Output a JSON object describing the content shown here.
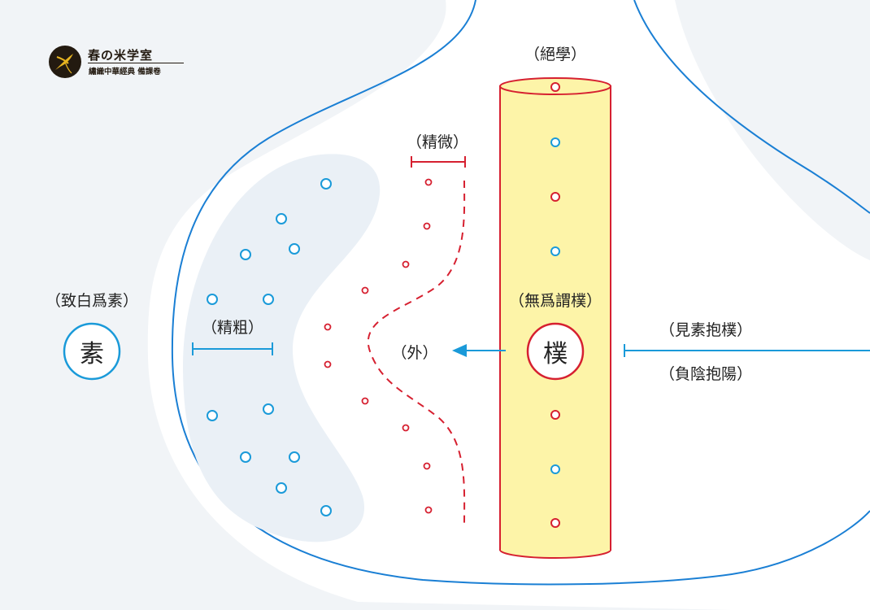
{
  "logo": {
    "title": "春の米学室",
    "subtitle": "繡織中華經典 備課卷",
    "icon": "bird-emblem"
  },
  "labels": {
    "juexue": "（絕學）",
    "jingwei": "（精微）",
    "wuwei_wei_pu": "（無爲謂樸）",
    "wai": "（外）",
    "zhibai_wei_su": "（致白爲素）",
    "jingcu": "（精粗）",
    "jian_su_bao_pu": "（見素抱樸）",
    "fu_yin_bao_yang": "（負陰抱陽）"
  },
  "chars": {
    "su": "素",
    "pu": "樸"
  },
  "colors": {
    "background": "#f1f4f7",
    "vessel_fill": "#ffffff",
    "vessel_stroke": "#1a7fd4",
    "blob_fill": "#eaf0f6",
    "pillar_fill": "#fdf4a8",
    "red": "#d62030",
    "blue": "#1a9ad9"
  }
}
